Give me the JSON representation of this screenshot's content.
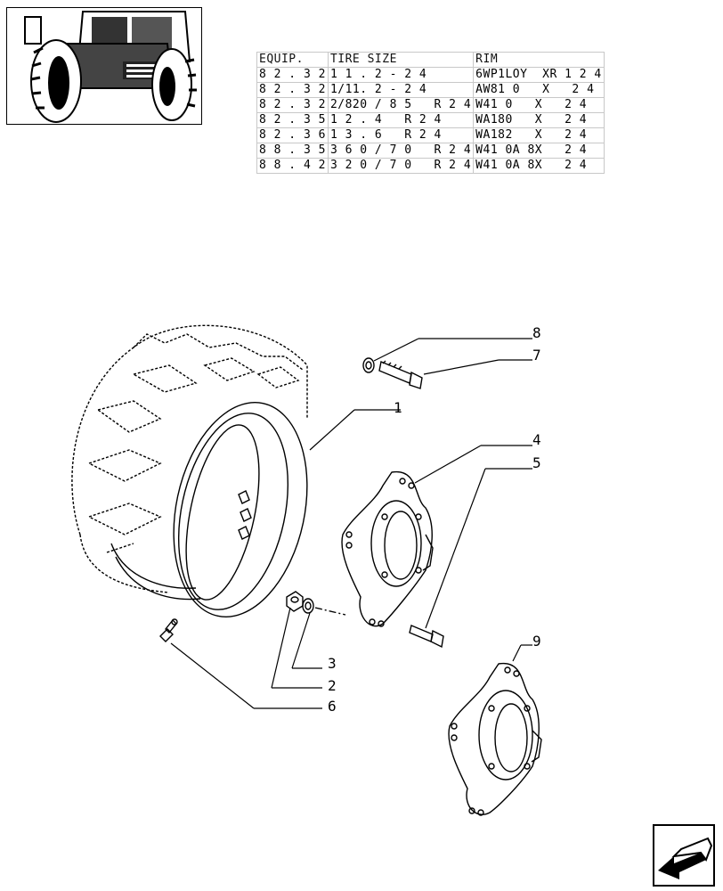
{
  "table": {
    "header": [
      "EQUIP.",
      "TIRE SIZE",
      "RIM"
    ],
    "rows": [
      [
        "8 2 . 3 2",
        "1 1 . 2 - 2 4",
        "6WP1LOY  XR 1 2 4"
      ],
      [
        "8 2 . 3 2",
        "1/11. 2 - 2 4",
        "AW81 0   X   2 4"
      ],
      [
        "8 2 . 3 2",
        "2/820 / 8 5   R 2 4",
        "W41 0   X   2 4"
      ],
      [
        "8 2 . 3 5",
        "1 2 . 4   R 2 4",
        "WA180   X   2 4"
      ],
      [
        "8 2 . 3 6",
        "1 3 . 6   R 2 4",
        "WA182   X   2 4"
      ],
      [
        "8 8 . 3 5",
        "3 6 0 / 7 0   R 2 4",
        "W41 0A 8X   2 4"
      ],
      [
        "8 8 . 4 2",
        "3 2 0 / 7 0   R 2 4",
        "W41 0A 8X   2 4"
      ]
    ]
  },
  "callouts": {
    "c1": "1",
    "c2": "2",
    "c3": "3",
    "c4": "4",
    "c5": "5",
    "c6": "6",
    "c7": "7",
    "c8": "8",
    "c9": "9"
  },
  "icons": {
    "thumbnail": "tractor-thumbnail",
    "nav": "previous-page-arrow-icon"
  }
}
